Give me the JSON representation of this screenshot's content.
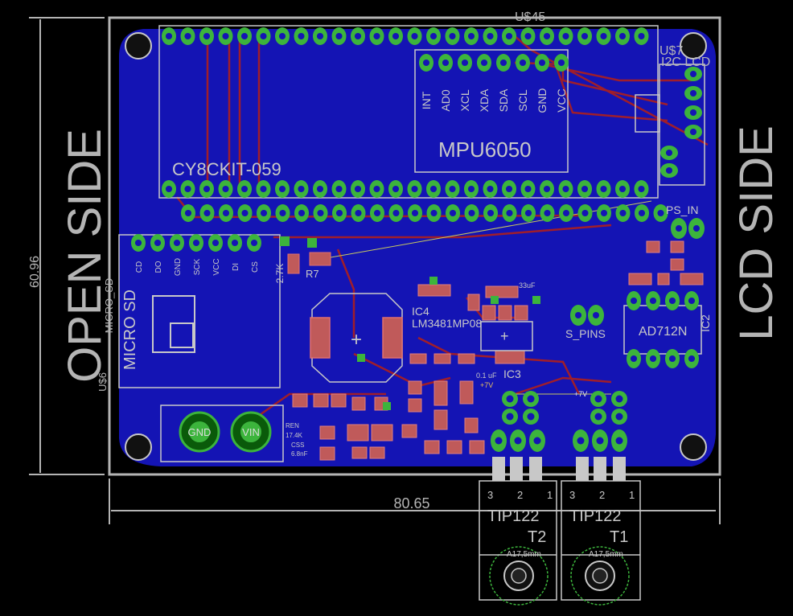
{
  "labels": {
    "side_left": "OPEN SIDE",
    "side_right": "LCD SIDE",
    "height_dim": "60.96",
    "width_dim": "80.65",
    "u45": "U$45",
    "u7": "U$7",
    "i2c_lcd": "I2C LCD",
    "cy8ckit": "CY8CKIT-059",
    "mpu": "MPU6050",
    "micro_sd": "MICRO SD",
    "micro_sd_small": "MICRO_SD",
    "u46": "U$6",
    "ps_in": "PS_IN",
    "ic4": "IC4",
    "lm": "LM3481MP08",
    "ic3": "IC3",
    "ic2": "IC2",
    "ad": "AD712N",
    "s_pins": "S_PINS",
    "r7": "R7",
    "r27k": "2.7K",
    "gnd": "GND",
    "vin": "VIN",
    "cap33": "33uF",
    "cap01": "0.1 uF",
    "plus7v_a": "+7V",
    "plus7v_b": "+7V",
    "tip_left": "TIP122",
    "tip_right": "TIP122",
    "t2": "T2",
    "t1": "T1",
    "a17_left": "A17,5mm",
    "a17_right": "A17,5mm",
    "ren": "REN",
    "r174": "17.4K",
    "css": "CSS",
    "c68": "6.8nF"
  },
  "mpu_pins": [
    "INT",
    "AD0",
    "XCL",
    "XDA",
    "SDA",
    "SCL",
    "GND",
    "VCC"
  ],
  "sd_pins": [
    "CD",
    "DO",
    "GND",
    "SCK",
    "VCC",
    "DI",
    "CS"
  ],
  "tip_pins": [
    "3",
    "2",
    "1"
  ],
  "colors": {
    "background": "#000000",
    "board_fill": "#1414b4",
    "outline": "#b4b4b4",
    "pad": "#3cb43c",
    "trace": "#a01e2a",
    "silk": "#c8c8c8"
  }
}
